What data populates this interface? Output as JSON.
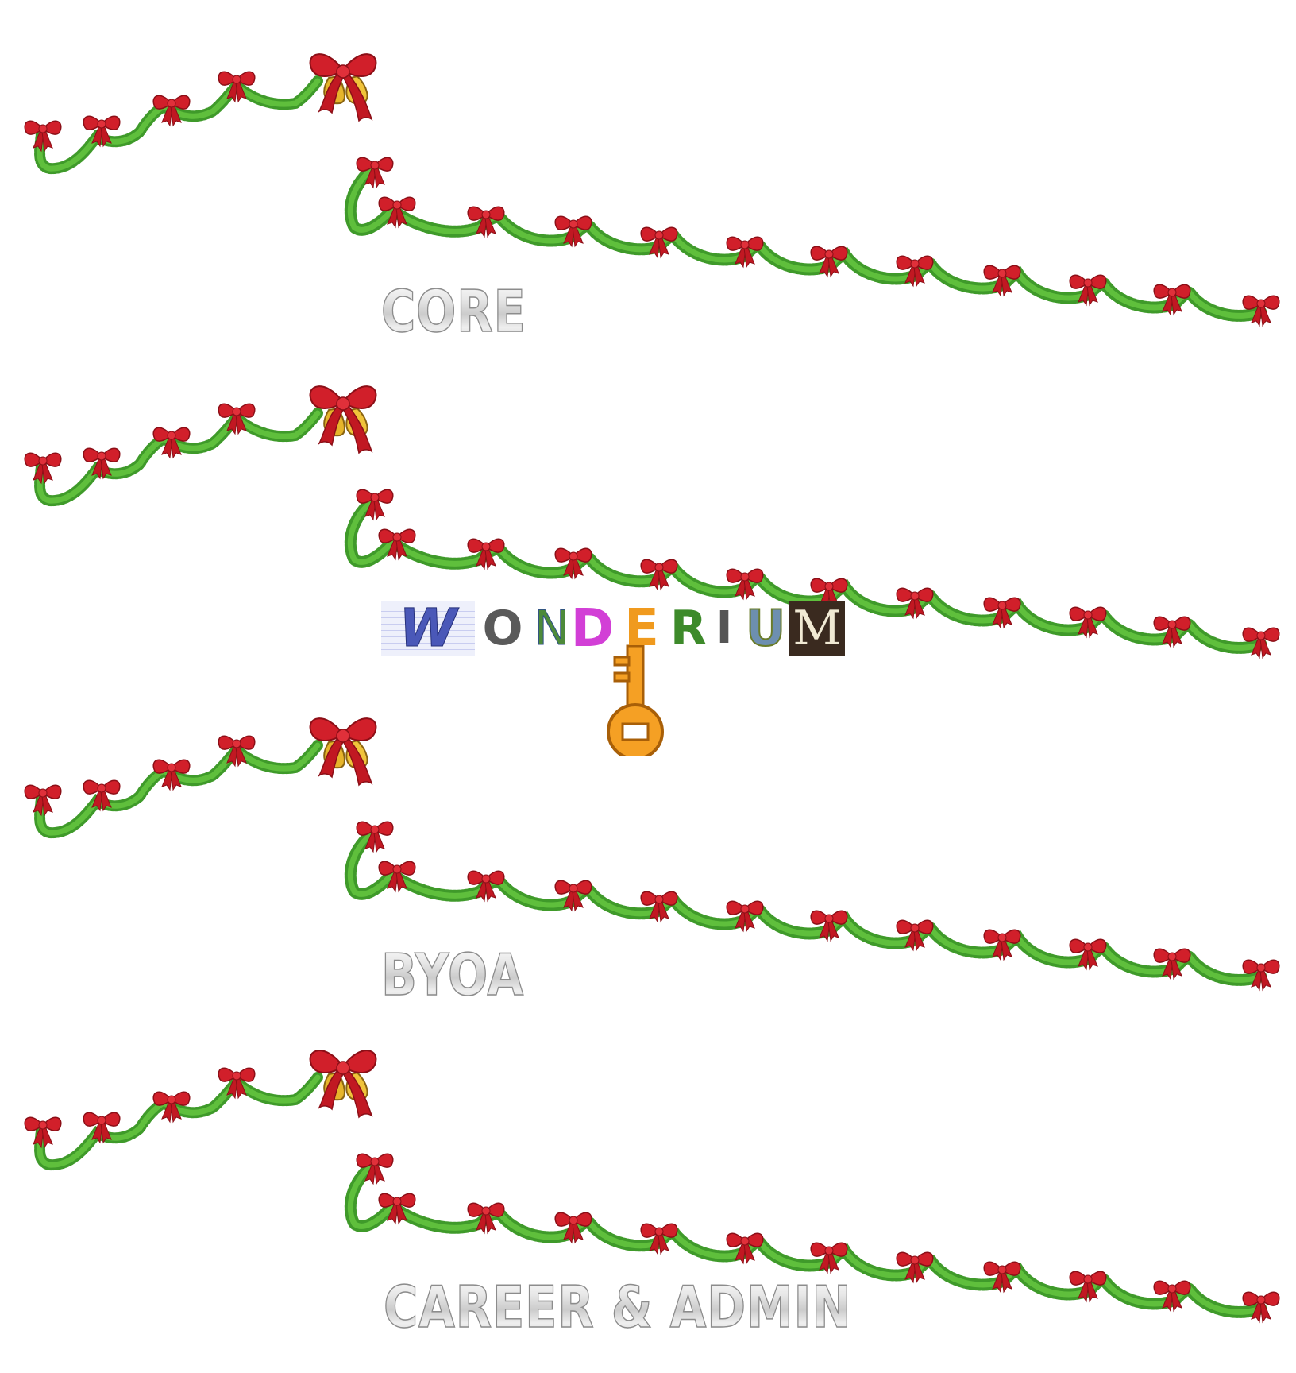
{
  "sections": [
    {
      "label": "CORE"
    },
    {
      "label": "BYOA"
    },
    {
      "label": "CAREER & ADMIN"
    }
  ],
  "logo": {
    "letters": [
      "W",
      "O",
      "N",
      "D",
      "E",
      "R",
      "I",
      "U",
      "M"
    ]
  },
  "colors": {
    "background": "#ffffff",
    "garland_green": "#3f9a2a",
    "bow_red": "#d11f2a",
    "bell_gold": "#e6b52b",
    "label_silver": "#bdbdbd",
    "key_orange": "#f5a024",
    "logo_d_magenta": "#d23fd6"
  },
  "icons": {
    "garland": "christmas-garland-icon",
    "bow": "red-bow-icon",
    "bell": "golden-bell-icon",
    "key": "pixel-key-icon"
  }
}
